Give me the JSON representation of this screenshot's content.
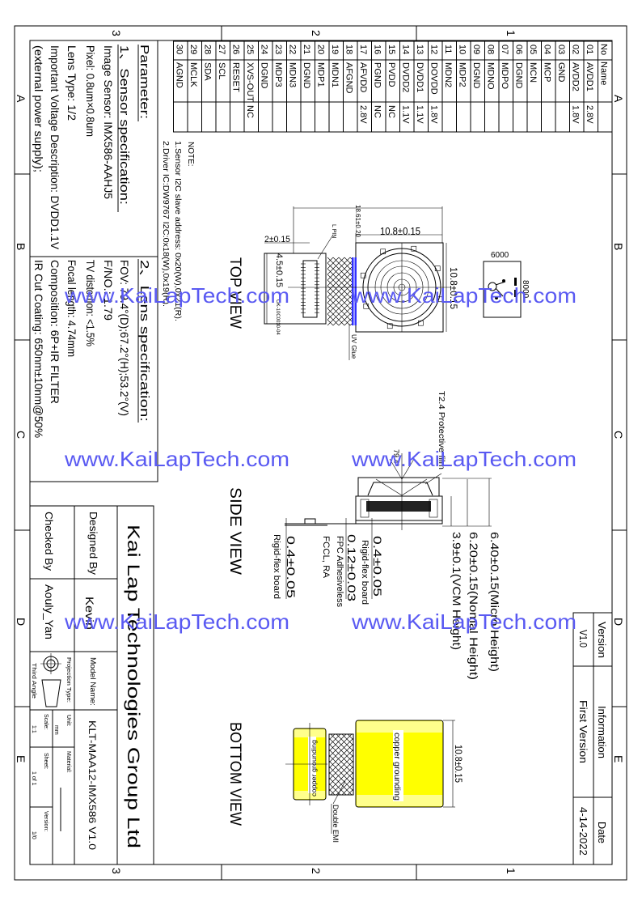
{
  "zones": {
    "numbers": [
      "1",
      "2",
      "3"
    ],
    "letters": [
      "A",
      "B",
      "C",
      "D",
      "E"
    ]
  },
  "pin_table": {
    "header_no": "No",
    "header_name": "Name",
    "pins": [
      {
        "no": "01",
        "name": "AVDD1",
        "voltage": "2.8V"
      },
      {
        "no": "02",
        "name": "AVDD2",
        "voltage": "1.8V"
      },
      {
        "no": "03",
        "name": "GND",
        "voltage": ""
      },
      {
        "no": "04",
        "name": "MCP",
        "voltage": ""
      },
      {
        "no": "05",
        "name": "MCN",
        "voltage": ""
      },
      {
        "no": "06",
        "name": "DGND",
        "voltage": ""
      },
      {
        "no": "07",
        "name": "MDPO",
        "voltage": ""
      },
      {
        "no": "08",
        "name": "MDNO",
        "voltage": ""
      },
      {
        "no": "09",
        "name": "DGND",
        "voltage": ""
      },
      {
        "no": "10",
        "name": "MDP2",
        "voltage": ""
      },
      {
        "no": "11",
        "name": "MDN2",
        "voltage": ""
      },
      {
        "no": "12",
        "name": "DOVDD",
        "voltage": "1.8V"
      },
      {
        "no": "13",
        "name": "DVDD1",
        "voltage": "1.1V"
      },
      {
        "no": "14",
        "name": "DVDD2",
        "voltage": "1.1V"
      },
      {
        "no": "15",
        "name": "PVDD",
        "voltage": "NC"
      },
      {
        "no": "16",
        "name": "PGND",
        "voltage": "NC"
      },
      {
        "no": "17",
        "name": "AFVDD",
        "voltage": "2.8V"
      },
      {
        "no": "18",
        "name": "AFGND",
        "voltage": ""
      },
      {
        "no": "19",
        "name": "MDN1",
        "voltage": ""
      },
      {
        "no": "20",
        "name": "MDP1",
        "voltage": ""
      },
      {
        "no": "21",
        "name": "DGND",
        "voltage": ""
      },
      {
        "no": "22",
        "name": "MDN3",
        "voltage": ""
      },
      {
        "no": "23",
        "name": "MDP3",
        "voltage": ""
      },
      {
        "no": "24",
        "name": "DGND",
        "voltage": ""
      },
      {
        "no": "25",
        "name": "XVS-OUT",
        "voltage": "NC"
      },
      {
        "no": "26",
        "name": "RESET",
        "voltage": ""
      },
      {
        "no": "27",
        "name": "SCL",
        "voltage": ""
      },
      {
        "no": "28",
        "name": "SDA",
        "voltage": ""
      },
      {
        "no": "29",
        "name": "MCLK",
        "voltage": ""
      },
      {
        "no": "30",
        "name": "AGND",
        "voltage": ""
      }
    ]
  },
  "notes": {
    "title": "NOTE:",
    "items": [
      "1.Sensor I2C slave address: 0x20(W),0x21(R).",
      "2.Driver IC:DW9767  I2C:0x18(W),0x19(R)."
    ]
  },
  "parameters": {
    "title": "Parameter:",
    "sensor": {
      "heading": "1、Sensor specification:",
      "lines": [
        "Image Sensor: IMX586-AAHJ5",
        "Pixel: 0.8um×0.8um",
        "Lens Type: 1/2",
        "Important Voltage Description: DVDD1.1V",
        "(external power supply);"
      ]
    },
    "lens": {
      "heading": "2、Lens specification:",
      "lines": [
        "FOV: 79.4°(D);67.2°(H);53.2°(V)",
        "F/NO.: 1.79",
        "TV distortion: <1.5%",
        "Focal length: 4.74mm",
        "Composition: 6P+IR FILTER",
        "IR Cut Coating: 650nm±10nm@50%"
      ]
    }
  },
  "views": {
    "top": "TOP VIEW",
    "side": "SIDE VIEW",
    "bottom": "BOTTOM VIEW"
  },
  "top_view": {
    "dim_overall": "18.61±0.20",
    "dim_width": "10.8±0.15",
    "dim_height": "10.8±0.15",
    "dim_connector_offset": "2±0.15",
    "dim_connector_width": "4.5±0.15",
    "label_pin": "L PIN",
    "label_uv": "UV Glue",
    "label_connector": "OK-10C0030-04"
  },
  "side_view": {
    "angle": "79.4°",
    "film": "T2.4 Protective film",
    "micro_height": "6.40±0.15(Micro Height)",
    "nomal_height": "6.20±0.15(Nomal Height)",
    "vcm_height": "3.9±0.1(VCM Height)",
    "board1_dim": "0.4±0.05",
    "board1_label": "Rigid-flex board",
    "fpc_dim": "0.12±0.03",
    "fpc_label": "FPC Adhesiveless",
    "fpc_label2": "FCCL, RA",
    "board2_dim": "0.4±0.05",
    "board2_label": "Rigid-flex board"
  },
  "bottom_view": {
    "copper_main": "copper grounding",
    "copper_small": "copper grounding",
    "dim_width": "10.8±0.15",
    "emi": "Double EMI"
  },
  "marking": {
    "top": "6000",
    "side": "8000"
  },
  "revision": {
    "headers": [
      "Version",
      "Information",
      "Date"
    ],
    "values": [
      "V1.0",
      "First Version",
      "4-14-2022"
    ]
  },
  "title_block": {
    "company": "Kai Lap Technologies Group Ltd",
    "designed_label": "Designed By",
    "designed_value": "Kevin",
    "checked_label": "Checked By",
    "checked_value": "Aouly_Yan",
    "model_label": "Model Name:",
    "model_value": "KLT-MAA12-IMX586 V1.0",
    "projection_label": "Projection Type:",
    "projection_value": "Third Angle",
    "unit_label": "Unit:",
    "unit_value": "mm",
    "material_label": "Material:",
    "scale_label": "Scale:",
    "scale_value": "1:1",
    "sheet_label": "Sheet:",
    "sheet_value": "1 of 1",
    "version_label": "Version:",
    "version_value": "1/0"
  },
  "watermark": "www.KaiLapTech.com",
  "colors": {
    "watermark": "#5a5af2",
    "copper": "#ffff00",
    "uv_glue": "#3030ff"
  }
}
